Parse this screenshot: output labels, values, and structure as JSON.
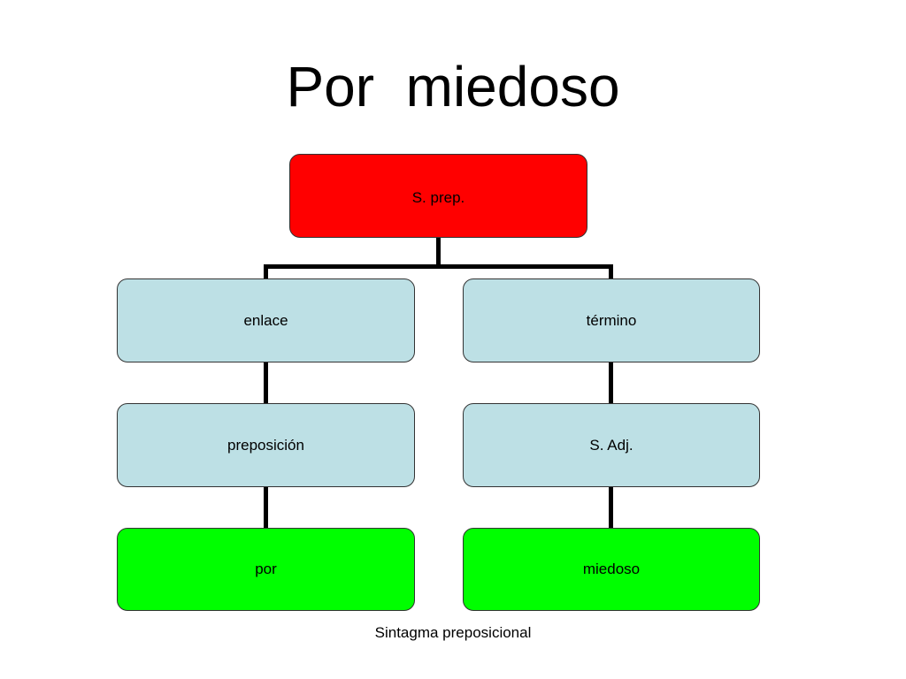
{
  "title": "Por  miedoso",
  "tree": {
    "root": "S. prep.",
    "left": {
      "level1": "enlace",
      "level2": "preposición",
      "level3": "por"
    },
    "right": {
      "level1": "término",
      "level2": "S. Adj.",
      "level3": "miedoso"
    }
  },
  "caption": "Sintagma preposicional",
  "colors": {
    "root": "#ff0000",
    "intermediate": "#bde0e5",
    "leaf": "#00ff00",
    "connector": "#000000"
  }
}
